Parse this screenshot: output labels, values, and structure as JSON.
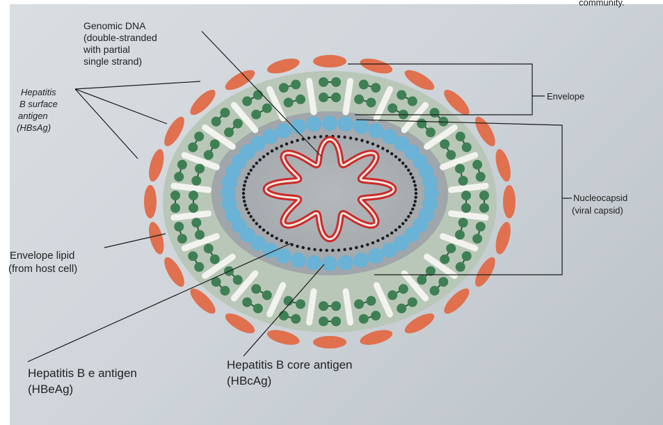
{
  "labels": {
    "partial_top_right": "community.",
    "genomic_dna": [
      "Genomic DNA",
      "(double-stranded",
      "with partial",
      "single strand)"
    ],
    "hbsag": [
      "Hepatitis",
      "B surface",
      "antigen",
      "(HBsAg)"
    ],
    "envelope": "Envelope",
    "nucleocapsid": [
      "Nucleocapsid",
      "(viral capsid)"
    ],
    "envelope_lipid": [
      "Envelope lipid",
      "(from host cell)"
    ],
    "hbeag": [
      "Hepatitis B e antigen",
      "(HBeAg)"
    ],
    "hbcag": [
      "Hepatitis B core antigen",
      "(HBcAg)"
    ]
  },
  "colors": {
    "surface_antigen": "#e0704e",
    "lipid_protein": "#3f7f54",
    "lipid_band": "#b9c7b8",
    "lipid_spoke": "#f2f3ee",
    "core_antigen": "#6ab2d6",
    "capsid_interior": "#a9adb1",
    "dna": "#cc2a2a",
    "e_antigen_dots": "#1a1a1a",
    "leader_line": "#1a1a1a",
    "label_text": "#222222"
  }
}
